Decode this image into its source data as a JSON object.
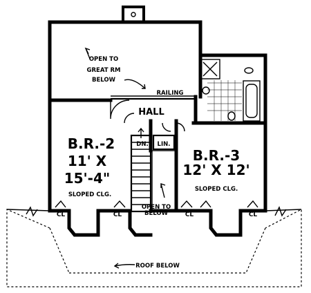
{
  "labels": {
    "open_great_rm_1": "OPEN TO",
    "open_great_rm_2": "GREAT RM",
    "open_great_rm_3": "BELOW",
    "railing": "RAILING",
    "hall": "HALL",
    "br2_name": "B.R.-2",
    "br2_dim_1": "11' X",
    "br2_dim_2": "15'-4\"",
    "br2_ceiling": "SLOPED CLG.",
    "br3_name": "B.R.-3",
    "br3_dim": "12' X 12'",
    "br3_ceiling": "SLOPED CLG.",
    "stair_dn": "DN.",
    "linen": "LIN.",
    "open_below_1": "OPEN TO",
    "open_below_2": "BELOW",
    "closet": "CL",
    "roof_below": "ROOF BELOW"
  }
}
